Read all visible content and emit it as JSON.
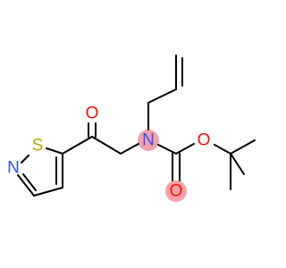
{
  "molecule": {
    "colors": {
      "bond": "#000000",
      "oxygen": "#ff0d0d",
      "nitrogen": "#3050f8",
      "sulfur": "#b8a600",
      "highlight": "#f4a0a8"
    },
    "atoms": {
      "sulfur": "S",
      "ring_nitrogen": "N",
      "ketone_oxygen": "O",
      "amine_nitrogen": "N",
      "ester_oxygen": "O",
      "carbonyl_oxygen": "O"
    }
  }
}
